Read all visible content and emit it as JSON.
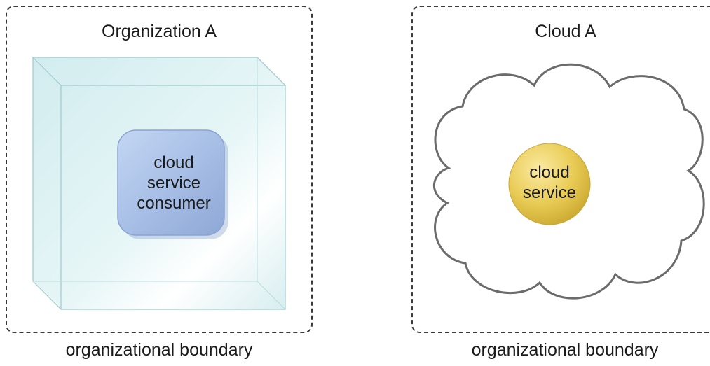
{
  "left_group": {
    "title": "Organization A",
    "caption": "organizational boundary",
    "node_lines": [
      "cloud",
      "service",
      "consumer"
    ]
  },
  "right_group": {
    "title": "Cloud A",
    "caption": "organizational boundary",
    "node_lines": [
      "cloud",
      "service"
    ]
  },
  "colors": {
    "boundary": "#3a3a3a",
    "box_face": "#d9f0f2",
    "box_edge": "#a9cfd2",
    "consumer_fill": "#a8bfe6",
    "cloud_outline": "#6b6b6b",
    "service_fill": "#e6c74e"
  }
}
